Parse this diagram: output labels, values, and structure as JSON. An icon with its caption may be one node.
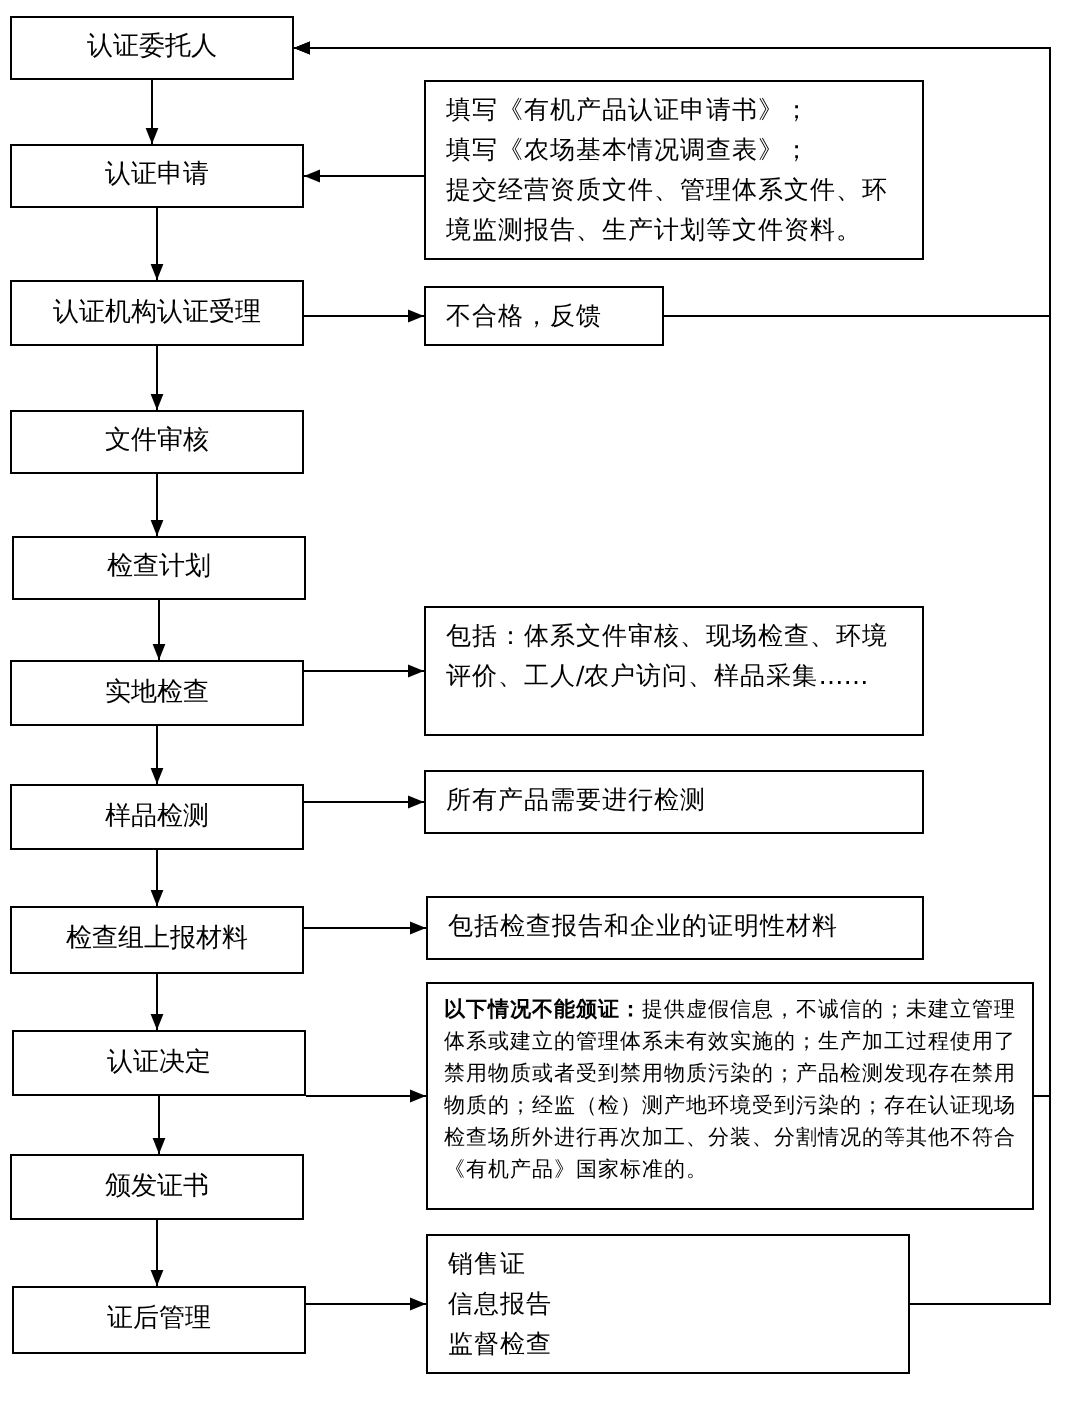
{
  "diagram": {
    "nodes": [
      {
        "text": [
          "认证委托人"
        ]
      },
      {
        "text": [
          "认证申请"
        ]
      },
      {
        "text": [
          "认证机构认证受理"
        ]
      },
      {
        "text": [
          "文件审核"
        ]
      },
      {
        "text": [
          "检查计划"
        ]
      },
      {
        "text": [
          "实地检查"
        ]
      },
      {
        "text": [
          "样品检测"
        ]
      },
      {
        "text": [
          "检查组上报材料"
        ]
      },
      {
        "text": [
          "认证决定"
        ]
      },
      {
        "text": [
          "颁发证书"
        ]
      },
      {
        "text": [
          "证后管理"
        ]
      },
      {
        "text": [
          "填写《有机产品认证申请书》；",
          "填写《农场基本情况调查表》；",
          "提交经营资质文件、管理体系文件、环境监测报告、生产计划等文件资料。"
        ]
      },
      {
        "text": [
          "不合格，反馈"
        ]
      },
      {
        "text": [
          "包括：体系文件审核、现场检查、环境评价、工人/农户访问、样品采集……"
        ]
      },
      {
        "text": [
          "所有产品需要进行检测"
        ]
      },
      {
        "text": [
          "包括检查报告和企业的证明性材料"
        ]
      },
      {
        "text": [
          "**以下情况不能颁证：**提供虚假信息，不诚信的；未建立管理体系或建立的管理体系未有效实施的；生产加工过程使用了禁用物质或者受到禁用物质污染的；产品检测发现存在禁用物质的；经监（检）测产地环境受到污染的；存在认证现场检查场所外进行再次加工、分装、分割情况的等其他不符合《有机产品》国家标准的。"
        ]
      },
      {
        "text": [
          "销售证",
          "信息报告",
          "监督检查"
        ]
      }
    ],
    "edges": [
      {
        "from": 0,
        "to": 1,
        "arrow": "to"
      },
      {
        "from": 1,
        "to": 2,
        "arrow": "to"
      },
      {
        "from": 2,
        "to": 3,
        "arrow": "to"
      },
      {
        "from": 3,
        "to": 4,
        "arrow": "to"
      },
      {
        "from": 4,
        "to": 5,
        "arrow": "to"
      },
      {
        "from": 5,
        "to": 6,
        "arrow": "to"
      },
      {
        "from": 6,
        "to": 7,
        "arrow": "to"
      },
      {
        "from": 7,
        "to": 8,
        "arrow": "to"
      },
      {
        "from": 8,
        "to": 9,
        "arrow": "to"
      },
      {
        "from": 9,
        "to": 10,
        "arrow": "to"
      },
      {
        "from": 11,
        "to": 1,
        "arrow": "to"
      },
      {
        "from": 2,
        "to": 12,
        "arrow": "to"
      },
      {
        "from": 12,
        "to": 0,
        "arrow": "to"
      },
      {
        "from": 5,
        "to": 13,
        "arrow": "to"
      },
      {
        "from": 6,
        "to": 14,
        "arrow": "to"
      },
      {
        "from": 7,
        "to": 15,
        "arrow": "to"
      },
      {
        "from": 8,
        "to": 16,
        "arrow": "to"
      },
      {
        "from": 16,
        "to": 0,
        "arrow": "to"
      },
      {
        "from": 10,
        "to": 17,
        "arrow": "to"
      },
      {
        "from": 17,
        "to": 0,
        "arrow": "to"
      }
    ]
  }
}
